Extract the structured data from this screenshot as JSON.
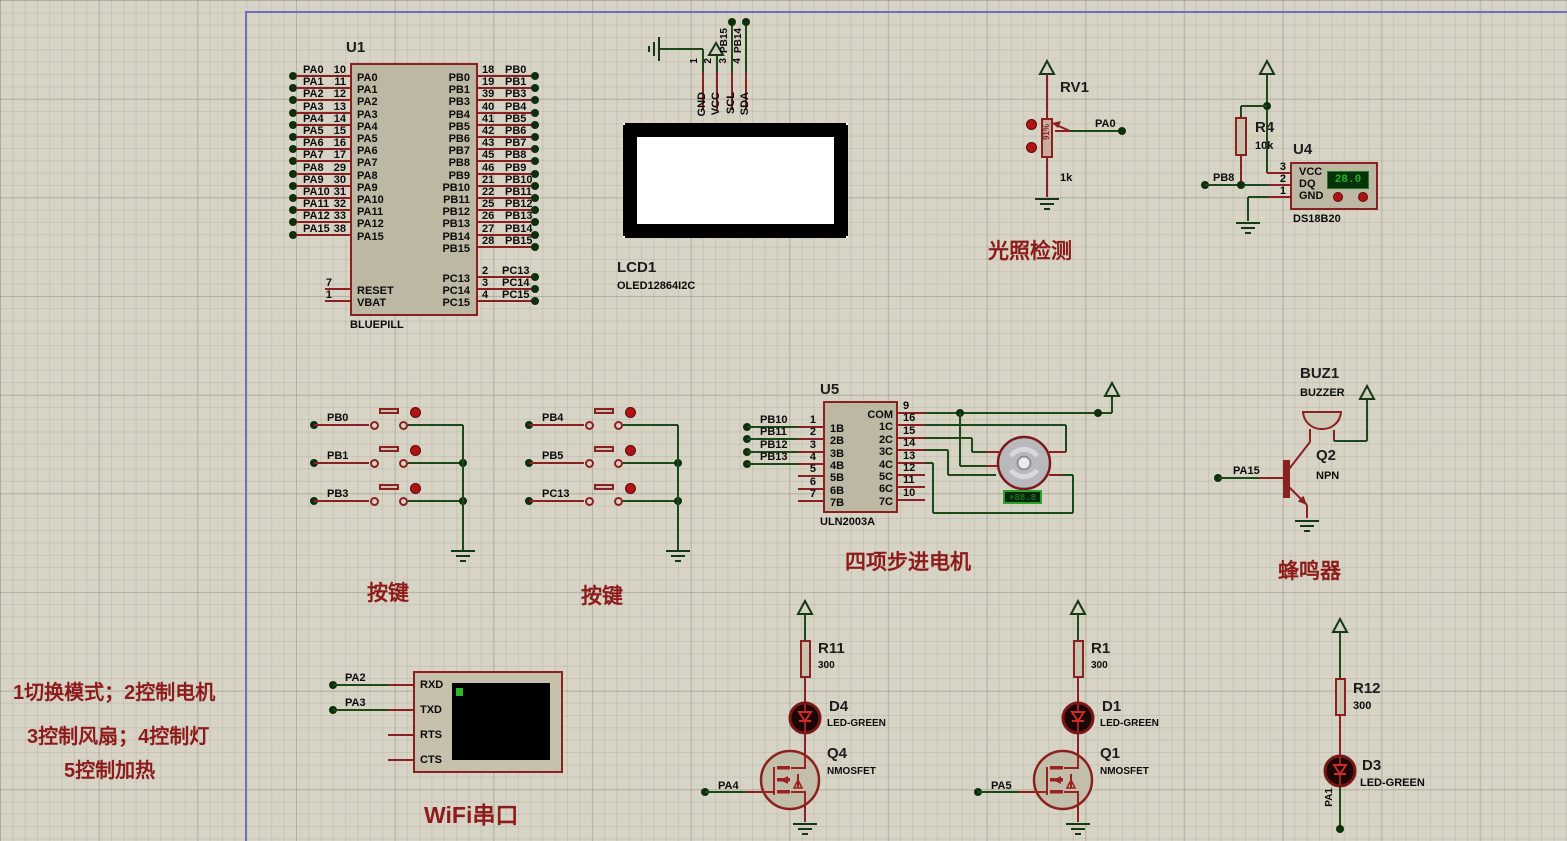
{
  "colors": {
    "wire_red": "#8b2020",
    "wire_green": "#1c4a17",
    "symbol_green": "#143814",
    "chip_fill": "#bcb8a3",
    "chip_border": "#8b2020",
    "dot_green": "#0e2f0c",
    "caption_red": "#8e1b1b",
    "display_bg": "#07330a",
    "display_text": "#25b025",
    "sheet_border_blue": "#6e6ec2",
    "led_body": "#1b0505",
    "actuator_red": "#b01313"
  },
  "u1": {
    "ref": "U1",
    "value": "BLUEPILL",
    "left_pins": [
      {
        "net": "PA0",
        "num": "10",
        "name": "PA0"
      },
      {
        "net": "PA1",
        "num": "11",
        "name": "PA1"
      },
      {
        "net": "PA2",
        "num": "12",
        "name": "PA2"
      },
      {
        "net": "PA3",
        "num": "13",
        "name": "PA3"
      },
      {
        "net": "PA4",
        "num": "14",
        "name": "PA4"
      },
      {
        "net": "PA5",
        "num": "15",
        "name": "PA5"
      },
      {
        "net": "PA6",
        "num": "16",
        "name": "PA6"
      },
      {
        "net": "PA7",
        "num": "17",
        "name": "PA7"
      },
      {
        "net": "PA8",
        "num": "29",
        "name": "PA8"
      },
      {
        "net": "PA9",
        "num": "30",
        "name": "PA9"
      },
      {
        "net": "PA10",
        "num": "31",
        "name": "PA10"
      },
      {
        "net": "PA11",
        "num": "32",
        "name": "PA11"
      },
      {
        "net": "PA12",
        "num": "33",
        "name": "PA12"
      },
      {
        "net": "PA15",
        "num": "38",
        "name": "PA15"
      }
    ],
    "ctl_pins": [
      {
        "name": "RESET",
        "num": "7"
      },
      {
        "name": "VBAT",
        "num": "1"
      }
    ],
    "right_pins": [
      {
        "net": "PB0",
        "num": "18",
        "name": "PB0"
      },
      {
        "net": "PB1",
        "num": "19",
        "name": "PB1"
      },
      {
        "net": "PB3",
        "num": "39",
        "name": "PB3"
      },
      {
        "net": "PB4",
        "num": "40",
        "name": "PB4"
      },
      {
        "net": "PB5",
        "num": "41",
        "name": "PB5"
      },
      {
        "net": "PB6",
        "num": "42",
        "name": "PB6"
      },
      {
        "net": "PB7",
        "num": "43",
        "name": "PB7"
      },
      {
        "net": "PB8",
        "num": "45",
        "name": "PB8"
      },
      {
        "net": "PB9",
        "num": "46",
        "name": "PB9"
      },
      {
        "net": "PB10",
        "num": "21",
        "name": "PB10"
      },
      {
        "net": "PB11",
        "num": "22",
        "name": "PB11"
      },
      {
        "net": "PB12",
        "num": "25",
        "name": "PB12"
      },
      {
        "net": "PB13",
        "num": "26",
        "name": "PB13"
      },
      {
        "net": "PB14",
        "num": "27",
        "name": "PB14"
      },
      {
        "net": "PB15",
        "num": "28",
        "name": "PB15"
      }
    ],
    "pc_pins": [
      {
        "net": "PC13",
        "num": "2",
        "name": "PC13"
      },
      {
        "net": "PC14",
        "num": "3",
        "name": "PC14"
      },
      {
        "net": "PC15",
        "num": "4",
        "name": "PC15"
      }
    ]
  },
  "lcd": {
    "ref": "LCD1",
    "value": "OLED12864I2C",
    "pins": [
      "GND",
      "VCC",
      "SCL",
      "SDA"
    ],
    "pin_nums": [
      "1",
      "2",
      "3",
      "4"
    ],
    "nets": [
      "PB15",
      "PB14"
    ]
  },
  "rv1": {
    "ref": "RV1",
    "value": "1k",
    "percent": "91%",
    "net": "PA0"
  },
  "r4": {
    "ref": "R4",
    "value": "10k"
  },
  "u4": {
    "ref": "U4",
    "value": "DS18B20",
    "net": "PB8",
    "display": "28.0",
    "pins": [
      {
        "name": "VCC",
        "num": "3"
      },
      {
        "name": "DQ",
        "num": "2"
      },
      {
        "name": "GND",
        "num": "1"
      }
    ]
  },
  "buttons_left": {
    "caption": "按键",
    "nets": [
      "PB0",
      "PB1",
      "PB3"
    ]
  },
  "buttons_right": {
    "caption": "按键",
    "nets": [
      "PB4",
      "PB5",
      "PC13"
    ]
  },
  "u5": {
    "ref": "U5",
    "value": "ULN2003A",
    "caption": "四项步进电机",
    "motor_display": "+88.8",
    "left_pins": [
      {
        "name": "1B",
        "num": "1",
        "net": "PB10"
      },
      {
        "name": "2B",
        "num": "2",
        "net": "PB11"
      },
      {
        "name": "3B",
        "num": "3",
        "net": "PB12"
      },
      {
        "name": "4B",
        "num": "4",
        "net": "PB13"
      },
      {
        "name": "5B",
        "num": "5"
      },
      {
        "name": "6B",
        "num": "6"
      },
      {
        "name": "7B",
        "num": "7"
      }
    ],
    "right_pins": [
      {
        "name": "COM",
        "num": "9"
      },
      {
        "name": "1C",
        "num": "16"
      },
      {
        "name": "2C",
        "num": "15"
      },
      {
        "name": "3C",
        "num": "14"
      },
      {
        "name": "4C",
        "num": "13"
      },
      {
        "name": "5C",
        "num": "12"
      },
      {
        "name": "6C",
        "num": "11"
      },
      {
        "name": "7C",
        "num": "10"
      }
    ]
  },
  "buzzer": {
    "ref": "BUZ1",
    "value": "BUZZER",
    "q_ref": "Q2",
    "q_value": "NPN",
    "net": "PA15",
    "caption": "蜂鸣器"
  },
  "m1": {
    "r_ref": "R11",
    "r_value": "300",
    "d_ref": "D4",
    "d_value": "LED-GREEN",
    "q_ref": "Q4",
    "q_value": "NMOSFET",
    "net": "PA4"
  },
  "m2": {
    "r_ref": "R1",
    "r_value": "300",
    "d_ref": "D1",
    "d_value": "LED-GREEN",
    "q_ref": "Q1",
    "q_value": "NMOSFET",
    "net": "PA5"
  },
  "led3": {
    "r_ref": "R12",
    "r_value": "300",
    "d_ref": "D3",
    "d_value": "LED-GREEN",
    "net": "PA1"
  },
  "wifi": {
    "caption": "WiFi串口",
    "pins": [
      "RXD",
      "TXD",
      "RTS",
      "CTS"
    ],
    "nets": [
      "PA2",
      "PA3"
    ]
  },
  "captions": {
    "light": "光照检测"
  },
  "notes": {
    "line1": "1切换模式；2控制电机",
    "line2": "3控制风扇；4控制灯",
    "line3": "5控制加热"
  }
}
